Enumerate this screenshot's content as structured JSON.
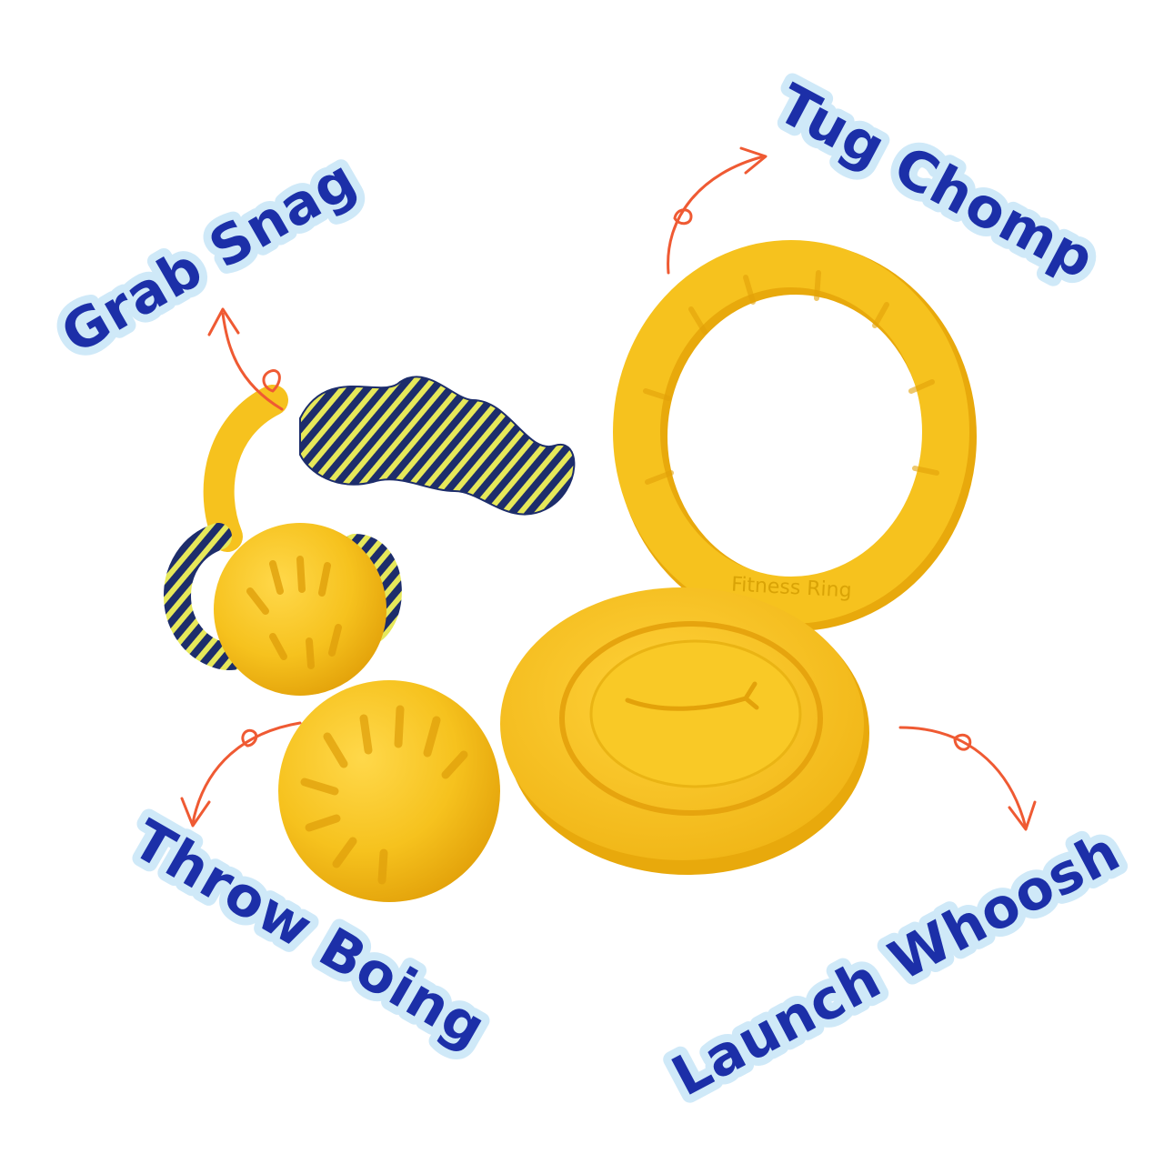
{
  "labels": {
    "grab": "Grab Snag",
    "tug": "Tug Chomp",
    "throw": "Throw Boing",
    "launch": "Launch Whoosh"
  },
  "products": {
    "ring_imprint": "Fitness Ring"
  },
  "colors": {
    "toy_yellow": "#f6c21e",
    "toy_shadow": "#e8a90c",
    "rope_navy": "#1d2d6b",
    "label_text": "#1c2fa8",
    "label_outline": "#cfe9f8",
    "arrow": "#ef5a33",
    "background": "#ffffff"
  },
  "icons": [
    "curved-arrow-icon",
    "rope-ball-toy",
    "fitness-ring-toy",
    "rubber-ball-toy",
    "flying-disc-toy"
  ]
}
